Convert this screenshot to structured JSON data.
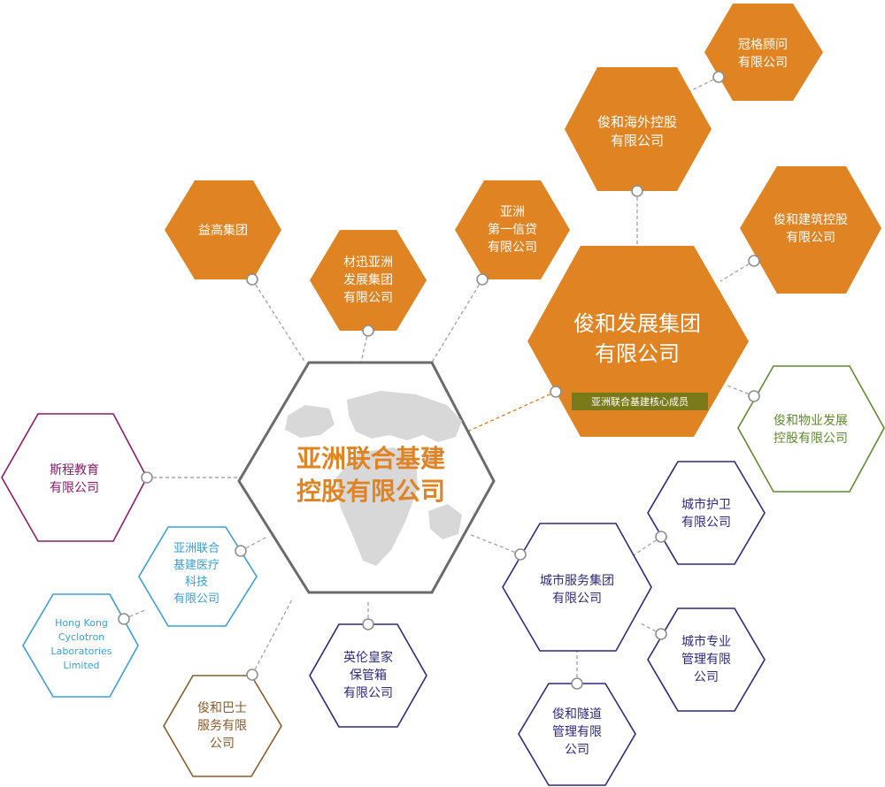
{
  "colors": {
    "orange": "#e08423",
    "purple": "#8b1a6b",
    "light_blue": "#3a9fd6",
    "navy": "#2c2a7c",
    "brown": "#8a5a2b",
    "green": "#5e8a2e",
    "olive_band": "#7b7a1a",
    "gray_border": "#6b6b6b",
    "map_gray": "#d8d8d8"
  },
  "center": {
    "lines": [
      "亚洲联合基建",
      "控股有限公司"
    ]
  },
  "hub": {
    "lines": [
      "俊和发展集团",
      "有限公司"
    ],
    "badge": "亚洲联合基建核心成员"
  },
  "nodes": {
    "yigao": {
      "lines": [
        "益高集团"
      ]
    },
    "caixun": {
      "lines": [
        "材迅亚洲",
        "发展集团",
        "有限公司"
      ]
    },
    "asia_credit": {
      "lines": [
        "亚洲",
        "第一信贷",
        "有限公司"
      ]
    },
    "overseas": {
      "lines": [
        "俊和海外控股",
        "有限公司"
      ]
    },
    "guange": {
      "lines": [
        "冠格顾问",
        "有限公司"
      ]
    },
    "construction": {
      "lines": [
        "俊和建筑控股",
        "有限公司"
      ]
    },
    "property": {
      "lines": [
        "俊和物业发展",
        "控股有限公司"
      ]
    },
    "sicheng": {
      "lines": [
        "斯程教育",
        "有限公司"
      ]
    },
    "medical": {
      "lines": [
        "亚洲联合",
        "基建医疗",
        "科技",
        "有限公司"
      ]
    },
    "cyclotron": {
      "lines": [
        "Hong Kong",
        "Cyclotron",
        "Laboratories",
        "Limited"
      ]
    },
    "bus": {
      "lines": [
        "俊和巴士",
        "服务有限",
        "公司"
      ]
    },
    "safe": {
      "lines": [
        "英伦皇家",
        "保管箱",
        "有限公司"
      ]
    },
    "city_services": {
      "lines": [
        "城市服务集团",
        "有限公司"
      ]
    },
    "city_guard": {
      "lines": [
        "城市护卫",
        "有限公司"
      ]
    },
    "city_mgmt": {
      "lines": [
        "城市专业",
        "管理有限",
        "公司"
      ]
    },
    "tunnel": {
      "lines": [
        "俊和隧道",
        "管理有限",
        "公司"
      ]
    }
  }
}
